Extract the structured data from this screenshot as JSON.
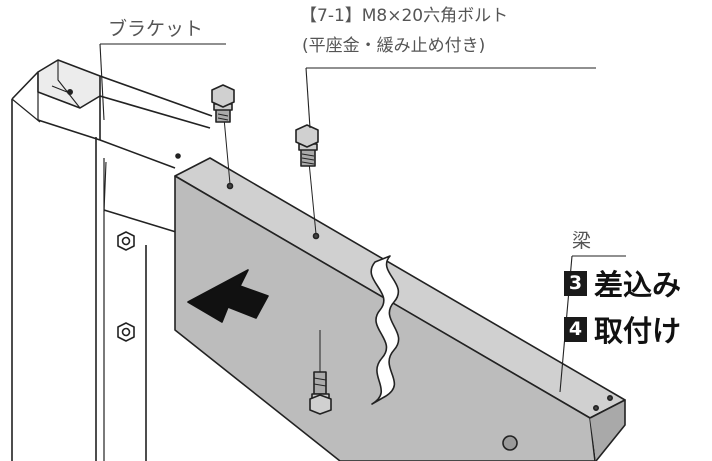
{
  "labels": {
    "bracket": "ブラケット",
    "bolt_line1": "【7-1】M8×20六角ボルト",
    "bolt_line2": "(平座金・緩み止め付き)",
    "beam": "梁"
  },
  "steps": [
    {
      "number": "3",
      "text": "差込み"
    },
    {
      "number": "4",
      "text": "取付け"
    }
  ]
}
